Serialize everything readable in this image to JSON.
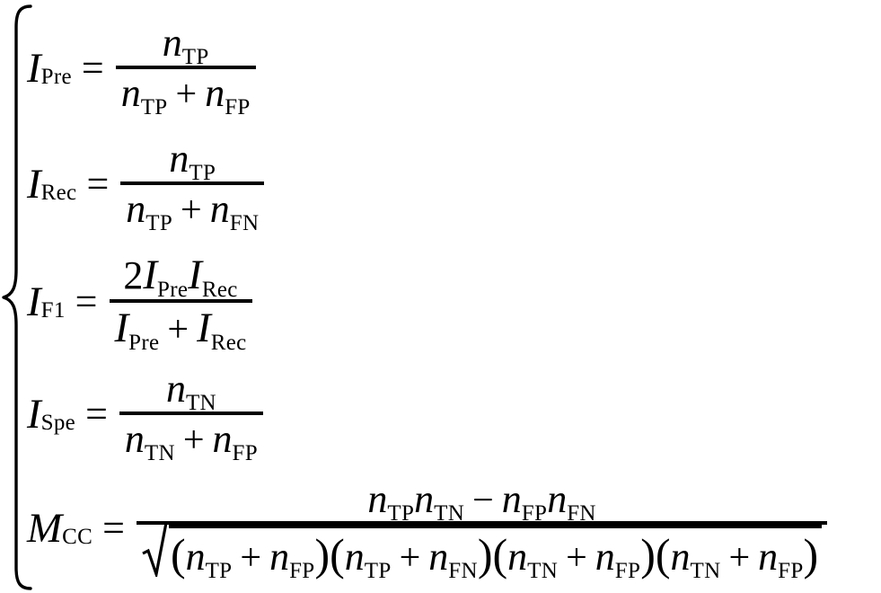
{
  "document": {
    "type": "equation-system",
    "description": "System of five classification evaluation metric formulas grouped by a large left brace",
    "background_color": "#ffffff",
    "text_color": "#000000"
  },
  "symbols": {
    "equals": "=",
    "plus": "+",
    "minus": "−",
    "lparen": "(",
    "rparen": ")",
    "two": "2",
    "var_I": "I",
    "var_M": "M",
    "var_n": "n"
  },
  "subscripts": {
    "pre": "Pre",
    "rec": "Rec",
    "f1": "F1",
    "spe": "Spe",
    "cc": "CC",
    "tp": "TP",
    "tn": "TN",
    "fp": "FP",
    "fn": "FN"
  },
  "equations": [
    {
      "id": "precision",
      "lhs_var": "I",
      "lhs_sub": "Pre",
      "numerator": "n_TP",
      "denominator": "n_TP + n_FP",
      "latex": "I_{Pre} = n_{TP} / (n_{TP} + n_{FP})"
    },
    {
      "id": "recall",
      "lhs_var": "I",
      "lhs_sub": "Rec",
      "numerator": "n_TP",
      "denominator": "n_TP + n_FN",
      "latex": "I_{Rec} = n_{TP} / (n_{TP} + n_{FN})"
    },
    {
      "id": "f1-score",
      "lhs_var": "I",
      "lhs_sub": "F1",
      "numerator": "2 I_Pre I_Rec",
      "denominator": "I_Pre + I_Rec",
      "latex": "I_{F1} = 2 I_{Pre} I_{Rec} / (I_{Pre} + I_{Rec})"
    },
    {
      "id": "specificity",
      "lhs_var": "I",
      "lhs_sub": "Spe",
      "numerator": "n_TN",
      "denominator": "n_TN + n_FP",
      "latex": "I_{Spe} = n_{TN} / (n_{TN} + n_{FP})"
    },
    {
      "id": "matthews-correlation-coefficient",
      "lhs_var": "M",
      "lhs_sub": "CC",
      "numerator": "n_TP n_TN − n_FP n_FN",
      "denominator": "sqrt((n_TP + n_FP)(n_TP + n_FN)(n_TN + n_FP)(n_TN + n_FP))",
      "latex": "M_{CC} = (n_{TP} n_{TN} - n_{FP} n_{FN}) / sqrt((n_{TP}+n_{FP})(n_{TP}+n_{FN})(n_{TN}+n_{FP})(n_{TN}+n_{FP}))"
    }
  ]
}
